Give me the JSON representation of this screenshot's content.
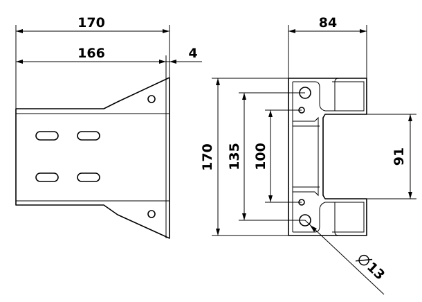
{
  "drawing": {
    "dimensions": {
      "overall_width_front": "170",
      "inner_width_front": "166",
      "flange_thickness": "4",
      "side_depth": "84",
      "overall_height_side": "170",
      "hole_spacing_outer": "135",
      "hole_spacing_inner": "100",
      "gap_height": "91",
      "hole_diameter": "13"
    }
  }
}
